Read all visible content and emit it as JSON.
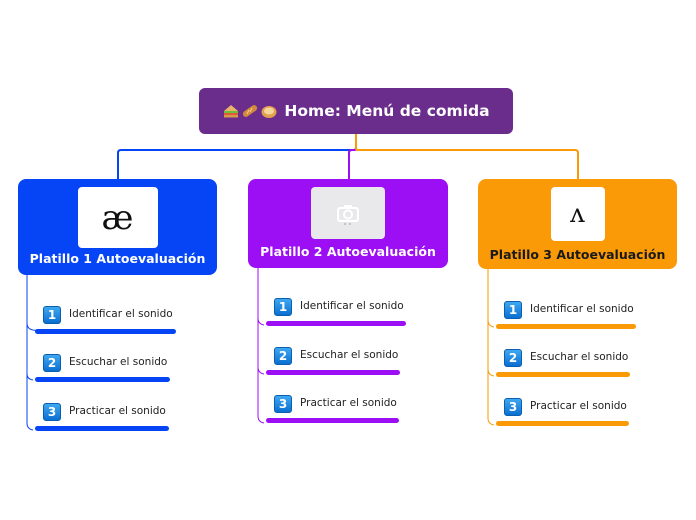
{
  "root": {
    "title": "Home: Menú de comida",
    "icons": [
      "sandwich-icon",
      "baguette-icon",
      "bread-icon"
    ],
    "color": "#6a2d8c"
  },
  "branches": [
    {
      "title": "Platillo 1 Autoevaluación",
      "symbol": "æ",
      "image_icon": "ae-symbol-image",
      "color": "#0645f5",
      "items": [
        {
          "number": "1",
          "label": "Identificar el sonido"
        },
        {
          "number": "2",
          "label": "Escuchar el sonido"
        },
        {
          "number": "3",
          "label": "Practicar el sonido"
        }
      ]
    },
    {
      "title": "Platillo 2 Autoevaluación",
      "symbol": "",
      "image_icon": "camera-placeholder-icon",
      "color": "#9c0ef3",
      "items": [
        {
          "number": "1",
          "label": "Identificar el sonido"
        },
        {
          "number": "2",
          "label": "Escuchar el sonido"
        },
        {
          "number": "3",
          "label": "Practicar el sonido"
        }
      ]
    },
    {
      "title": "Platillo 3 Autoevaluación",
      "symbol": "ʌ",
      "image_icon": "wedge-symbol-image",
      "color": "#fa9a06",
      "items": [
        {
          "number": "1",
          "label": "Identificar el sonido"
        },
        {
          "number": "2",
          "label": "Escuchar el sonido"
        },
        {
          "number": "3",
          "label": "Practicar el sonido"
        }
      ]
    }
  ]
}
